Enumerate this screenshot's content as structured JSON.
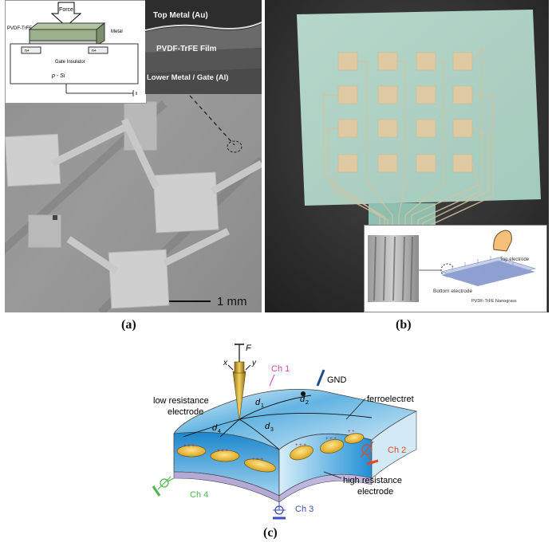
{
  "panel_a": {
    "caption": "(a)",
    "scale_bar": "1 mm",
    "inset_schematic": {
      "force": "Force",
      "pvdf": "PVDF-TrFE",
      "metal": "Metal",
      "gate": "Gate Insulator",
      "psi": "p - Si",
      "n1": "n+",
      "n2": "n+"
    },
    "inset_sem": {
      "top": "Top Metal (Au)",
      "film": "PVDF-TrFE Film",
      "lower": "Lower Metal / Gate (Al)"
    }
  },
  "panel_b": {
    "caption": "(b)",
    "inset": {
      "top_electrode": "Top electrode",
      "bottom_electrode": "Bottom electrode",
      "nanograss": "PVDF-TrFE Nanograss"
    }
  },
  "panel_c": {
    "caption": "(c)",
    "labels": {
      "F": "F",
      "x": "x",
      "y": "y",
      "ch1": "Ch 1",
      "gnd": "GND",
      "low_res": "low resistance",
      "low_res2": "electrode",
      "d1": "d",
      "d2": "d",
      "d3": "d",
      "d4": "d",
      "s1": "1",
      "s2": "2",
      "s3": "3",
      "s4": "4",
      "ferro": "ferroelectret",
      "ch2": "Ch 2",
      "high_res": "high resistance",
      "high_res2": "electrode",
      "ch3": "Ch 3",
      "ch4": "Ch 4"
    },
    "colors": {
      "ch1": "#d23fb0",
      "ch2": "#e04a2a",
      "ch3": "#3a4db8",
      "ch4": "#4cb848",
      "gnd": "#1e4a8c"
    }
  }
}
